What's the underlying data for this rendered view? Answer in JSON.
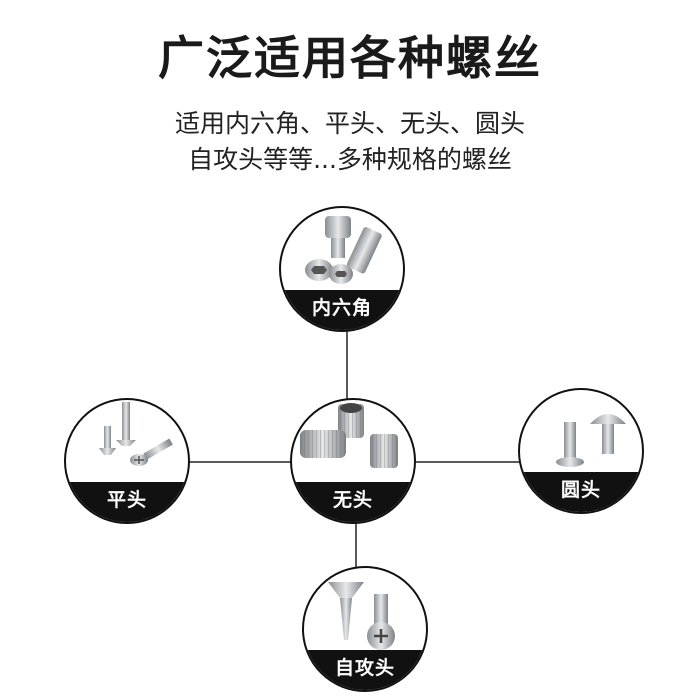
{
  "header": {
    "title": "广泛适用各种螺丝",
    "subtitle_line1": "适用内六角、平头、无头、圆头",
    "subtitle_line2": "自攻头等等...多种规格的螺丝"
  },
  "nodes": {
    "top": {
      "label": "内六角",
      "icon": "hex-socket-screw-icon"
    },
    "left": {
      "label": "平头",
      "icon": "flat-head-screw-icon"
    },
    "center": {
      "label": "无头",
      "icon": "set-screw-icon"
    },
    "right": {
      "label": "圆头",
      "icon": "round-head-screw-icon"
    },
    "bottom": {
      "label": "自攻头",
      "icon": "self-tapping-screw-icon"
    }
  },
  "colors": {
    "text": "#1a1a1a",
    "band": "#111111",
    "metal": "#b8bcc0"
  }
}
